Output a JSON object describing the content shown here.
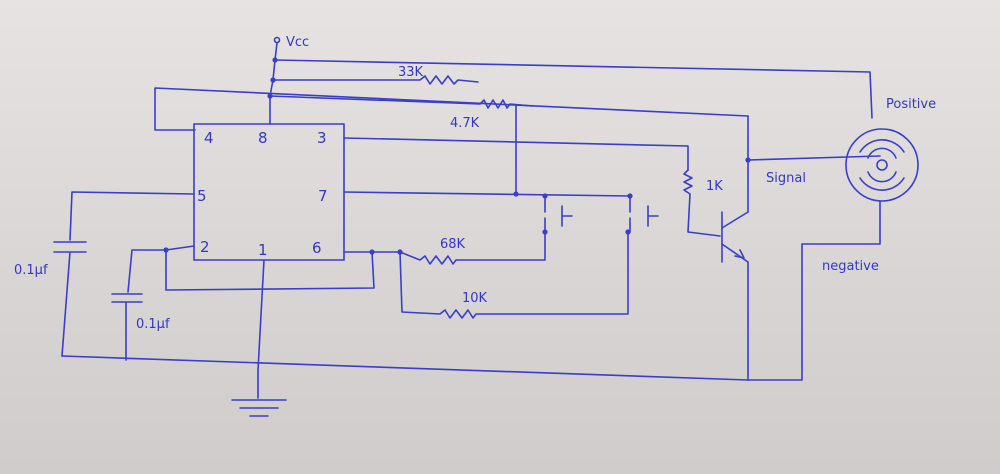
{
  "labels": {
    "vcc": "Vcc",
    "r_33k": "33K",
    "r_4_7k": "4.7K",
    "r_1k": "1K",
    "r_68k": "68K",
    "r_10k": "10K",
    "cap_1": "0.1μf",
    "cap_2": "0.1μf",
    "positive": "Positive",
    "signal": "Signal",
    "negative": "negative"
  },
  "ic_pins": {
    "p4": "4",
    "p8": "8",
    "p3": "3",
    "p5": "5",
    "p7": "7",
    "p2": "2",
    "p1": "1",
    "p6": "6"
  },
  "colors": {
    "ink": "#3a3ec8",
    "paper": "#dedbda"
  }
}
